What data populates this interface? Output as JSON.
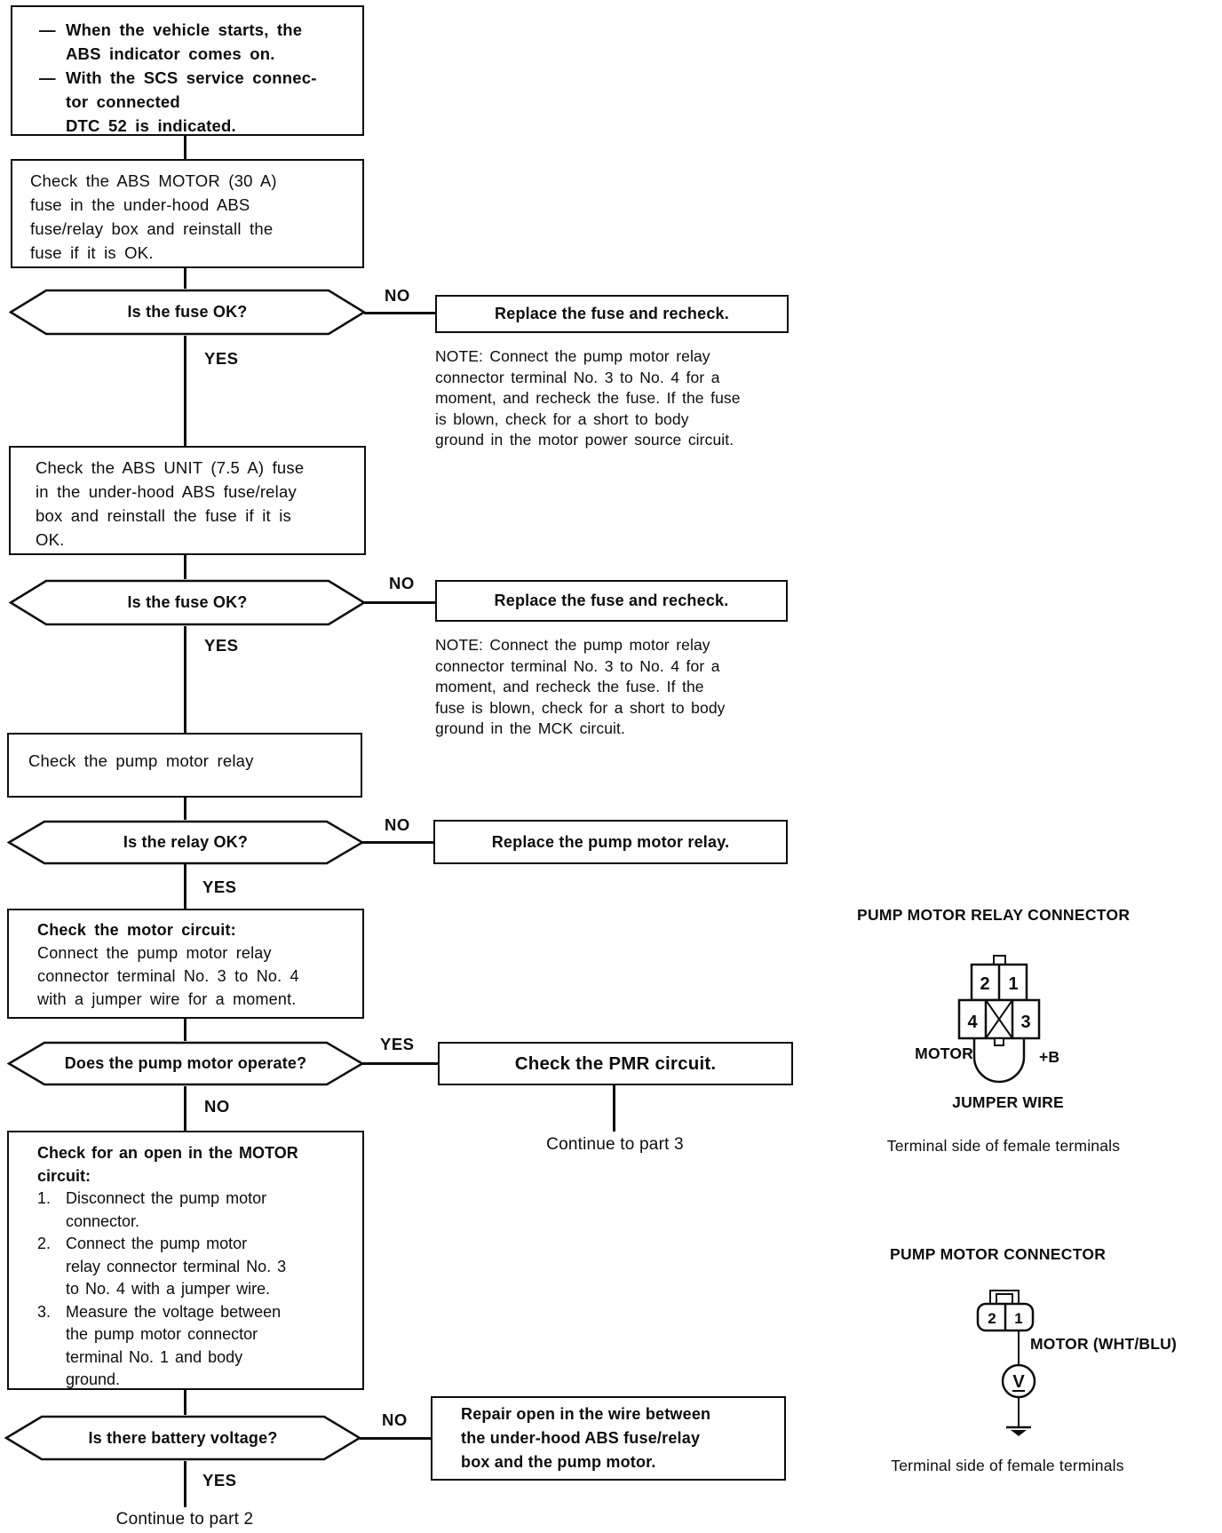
{
  "flowchart": {
    "symptom": {
      "bullets": [
        {
          "marker": "—",
          "text": "When the vehicle starts, the\nABS indicator comes on."
        },
        {
          "marker": "—",
          "text": "With the SCS service connec-\ntor connected\nDTC 52 is indicated."
        }
      ]
    },
    "steps": {
      "check_motor_fuse": "Check the ABS MOTOR (30 A)\nfuse in the under-hood ABS\nfuse/relay box and reinstall the\nfuse if it is OK.",
      "check_unit_fuse": "Check the ABS UNIT (7.5 A) fuse\nin the under-hood ABS fuse/relay\nbox and reinstall the fuse if it is\nOK.",
      "check_pump_relay": "Check the pump motor relay",
      "check_motor_circuit_title": "Check the motor circuit:",
      "check_motor_circuit_body": "Connect the pump motor relay\nconnector terminal No. 3 to No. 4\nwith a jumper wire for a moment.",
      "check_open_motor_title": "Check for an open in the MOTOR\ncircuit:",
      "check_open_motor_items": [
        {
          "num": "1.",
          "text": "Disconnect the pump motor\nconnector."
        },
        {
          "num": "2.",
          "text": "Connect the pump motor\nrelay connector terminal No. 3\nto No. 4 with a jumper wire."
        },
        {
          "num": "3.",
          "text": "Measure the voltage between\nthe pump motor connector\nterminal No. 1 and body\nground."
        }
      ]
    },
    "decisions": {
      "fuse_ok_1": "Is the fuse OK?",
      "fuse_ok_2": "Is the fuse OK?",
      "relay_ok": "Is the relay OK?",
      "pump_operate": "Does the pump motor operate?",
      "battery_voltage": "Is there battery voltage?"
    },
    "labels": {
      "yes": "YES",
      "no": "NO"
    },
    "actions": {
      "replace_fuse_1": "Replace the fuse and recheck.",
      "replace_fuse_2": "Replace the fuse and recheck.",
      "replace_relay": "Replace the pump motor relay.",
      "check_pmr": "Check the PMR circuit.",
      "repair_open": "Repair open in the wire between\nthe under-hood ABS fuse/relay\nbox and the pump motor."
    },
    "notes": {
      "note1": "NOTE: Connect the pump motor relay\nconnector terminal No. 3 to No. 4 for a\nmoment, and recheck the fuse. If the fuse\nis blown, check for a short to body\nground in the motor power source circuit.",
      "note2": "NOTE: Connect the pump motor relay\nconnector terminal No. 3 to No. 4 for a\nmoment, and recheck the fuse. If the\nfuse is blown, check for a short to body\nground in the MCK circuit."
    },
    "continues": {
      "part3": "Continue to part 3",
      "part2": "Continue to part 2"
    }
  },
  "diagrams": {
    "relay_connector": {
      "title": "PUMP MOTOR RELAY CONNECTOR",
      "terminals": {
        "t1": "1",
        "t2": "2",
        "t3": "3",
        "t4": "4"
      },
      "label_motor": "MOTOR",
      "label_plus_b": "+B",
      "label_jumper": "JUMPER WIRE",
      "caption": "Terminal side of female terminals"
    },
    "pump_connector": {
      "title": "PUMP MOTOR CONNECTOR",
      "terminals": {
        "t1": "1",
        "t2": "2"
      },
      "label_wire": "MOTOR (WHT/BLU)",
      "meter": "V",
      "caption": "Terminal side of female terminals"
    }
  },
  "colors": {
    "ink": "#0d0d0d",
    "paper": "#ffffff"
  }
}
